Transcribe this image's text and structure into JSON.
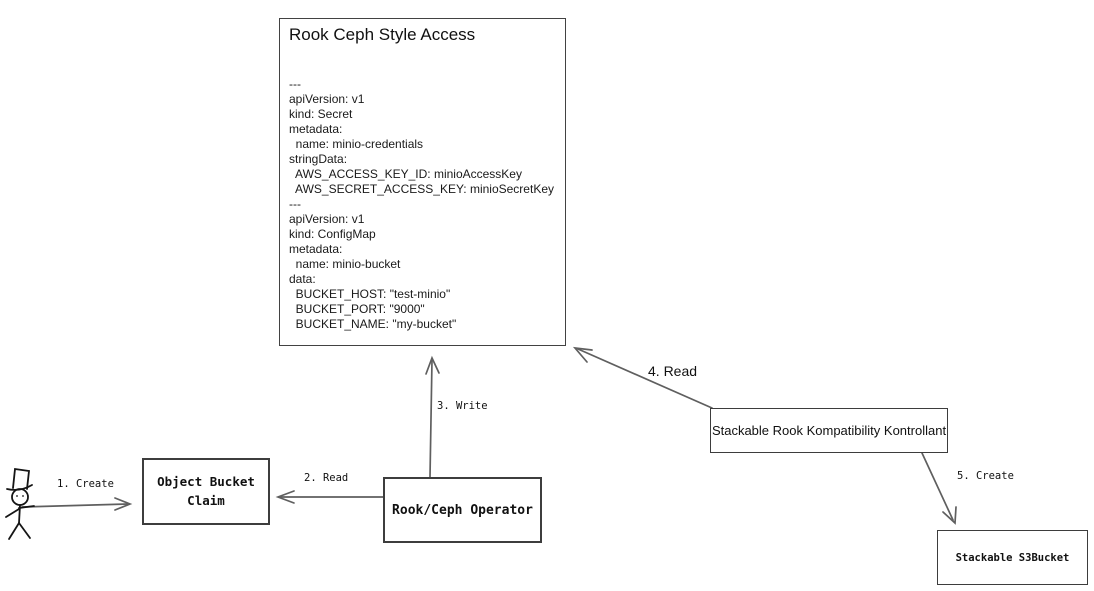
{
  "diagram": {
    "type": "flow-diagram",
    "main_box": {
      "title": "Rook Ceph Style Access",
      "yaml_lines": [
        "---",
        "apiVersion: v1",
        "kind: Secret",
        "metadata:",
        "  name: minio-credentials",
        "stringData:",
        "  AWS_ACCESS_KEY_ID: minioAccessKey",
        "  AWS_SECRET_ACCESS_KEY: minioSecretKey",
        "---",
        "apiVersion: v1",
        "kind: ConfigMap",
        "metadata:",
        "  name: minio-bucket",
        "data:",
        "  BUCKET_HOST: \"test-minio\"",
        "  BUCKET_PORT: \"9000\"",
        "  BUCKET_NAME: \"my-bucket\""
      ]
    },
    "nodes": {
      "object_bucket_claim": "Object Bucket\nClaim",
      "rook_ceph_operator": "Rook/Ceph Operator",
      "stackable_rook_kompatibility_kontrollant": "Stackable Rook Kompatibility Kontrollant",
      "stackable_s3bucket": "Stackable S3Bucket"
    },
    "actors": {
      "user": "stick-figure-user"
    },
    "edges": [
      {
        "label": "1. Create",
        "from": "user",
        "to": "object_bucket_claim"
      },
      {
        "label": "2. Read",
        "from": "rook_ceph_operator",
        "to": "object_bucket_claim"
      },
      {
        "label": "3. Write",
        "from": "rook_ceph_operator",
        "to": "rook_ceph_style_access"
      },
      {
        "label": "4. Read",
        "from": "stackable_rook_kompatibility_kontrollant",
        "to": "rook_ceph_style_access"
      },
      {
        "label": "5. Create",
        "from": "stackable_rook_kompatibility_kontrollant",
        "to": "stackable_s3bucket"
      }
    ],
    "colors": {
      "background": "#ffffff",
      "box_border": "#3d3d3d",
      "edge_line": "#5f5f5f",
      "text": "#111111"
    }
  }
}
